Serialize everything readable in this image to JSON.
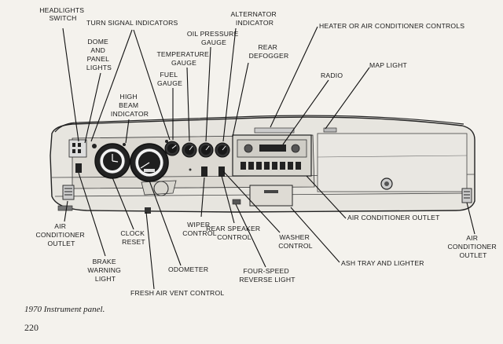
{
  "labels": {
    "headlights_switch": [
      "HEADLIGHTS",
      "SWITCH"
    ],
    "turn_signal": [
      "TURN SIGNAL INDICATORS"
    ],
    "dome_panel": [
      "DOME",
      "AND",
      "PANEL",
      "LIGHTS"
    ],
    "high_beam": [
      "HIGH",
      "BEAM",
      "INDICATOR"
    ],
    "fuel_gauge": [
      "FUEL",
      "GAUGE"
    ],
    "temperature_gauge": [
      "TEMPERATURE",
      "GAUGE"
    ],
    "oil_pressure": [
      "OIL PRESSURE",
      "GAUGE"
    ],
    "alternator": [
      "ALTERNATOR",
      "INDICATOR"
    ],
    "rear_defogger": [
      "REAR",
      "DEFOGGER"
    ],
    "heater_ac_controls": [
      "HEATER OR AIR CONDITIONER CONTROLS"
    ],
    "radio": [
      "RADIO"
    ],
    "map_light": [
      "MAP LIGHT"
    ],
    "ac_outlet_left": [
      "AIR",
      "CONDITIONER",
      "OUTLET"
    ],
    "brake_warning": [
      "BRAKE",
      "WARNING",
      "LIGHT"
    ],
    "clock_reset": [
      "CLOCK",
      "RESET"
    ],
    "odometer": [
      "ODOMETER"
    ],
    "fresh_air_vent": [
      "FRESH AIR VENT CONTROL"
    ],
    "wiper_control": [
      "WIPER",
      "CONTROL"
    ],
    "rear_speaker": [
      "REAR SPEAKER",
      "CONTROL"
    ],
    "four_speed": [
      "FOUR-SPEED",
      "REVERSE LIGHT"
    ],
    "washer_control": [
      "WASHER",
      "CONTROL"
    ],
    "ac_outlet_center": [
      "AIR CONDITIONER OUTLET"
    ],
    "ash_tray": [
      "ASH TRAY AND LIGHTER"
    ],
    "ac_outlet_right": [
      "AIR",
      "CONDITIONER",
      "OUTLET"
    ]
  },
  "caption": "1970 Instrument panel.",
  "page_number": "220"
}
